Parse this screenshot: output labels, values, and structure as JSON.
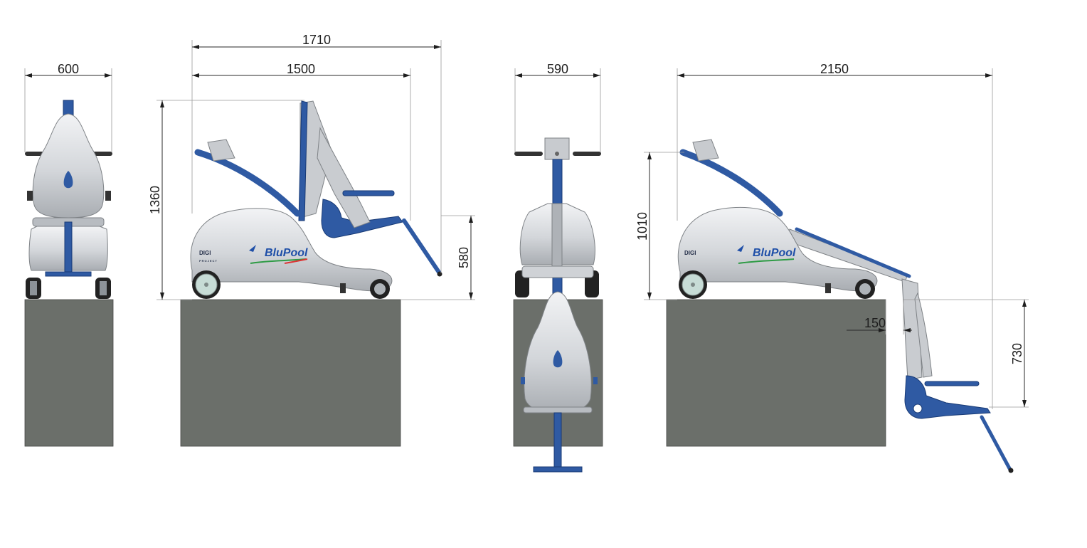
{
  "dimensions": {
    "front_width": "600",
    "side_length_total": "1710",
    "side_length_body": "1500",
    "side_height": "1360",
    "side_foot_height": "580",
    "rear_width": "590",
    "extended_length": "2150",
    "extended_height": "1010",
    "extended_overhang": "150",
    "extended_depth": "730"
  },
  "logos": {
    "maker": "DIGI",
    "maker_sub": "PROJECT",
    "product": "BluPool"
  },
  "colors": {
    "frame": "#2f5aa3",
    "shell": "#d8dadd",
    "block": "#6b6f6a"
  }
}
